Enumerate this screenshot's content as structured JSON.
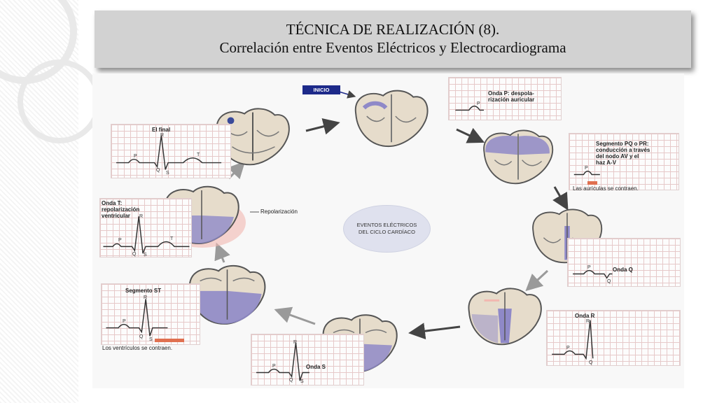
{
  "slide": {
    "title_line1": "TÉCNICA DE REALIZACIÓN (8).",
    "title_line2": "Correlación entre Eventos Eléctricos y Electrocardiograma"
  },
  "diagram": {
    "start_label": "INICIO",
    "center_label": "EVENTOS ELÉCTRICOS\nDEL CICLO CARDÍACO",
    "repolarization_label": "Repolarización",
    "ecg_panels": [
      {
        "id": "p-wave",
        "label": "Onda P: despola-\nrización auricular",
        "waves": [
          "P"
        ]
      },
      {
        "id": "pq-segment",
        "label": "Segmento PQ o PR:\nconducción a través\ndel nodo AV y el\nhaz A-V",
        "waves": [
          "P"
        ],
        "caption": "Las aurículas se contraen."
      },
      {
        "id": "q-wave",
        "label": "Onda Q",
        "waves": [
          "P",
          "Q"
        ]
      },
      {
        "id": "r-wave",
        "label": "Onda R",
        "waves": [
          "P",
          "R",
          "Q"
        ]
      },
      {
        "id": "s-wave",
        "label": "Onda S",
        "waves": [
          "P",
          "R",
          "Q",
          "S"
        ]
      },
      {
        "id": "st-segment",
        "label": "Segmento ST",
        "waves": [
          "P",
          "R",
          "Q",
          "S"
        ],
        "caption": "Los ventrículos se contraen."
      },
      {
        "id": "t-wave",
        "label": "Onda T:\nrepolarización\nventricular",
        "waves": [
          "P",
          "R",
          "Q",
          "S",
          "T"
        ]
      },
      {
        "id": "final",
        "label": "El final",
        "waves": [
          "P",
          "R",
          "Q",
          "S",
          "T"
        ]
      }
    ]
  },
  "colors": {
    "title_bg": "#d2d2d2",
    "heart_outline": "#555555",
    "heart_fill": "#e6dccb",
    "depolarized": "#8f89c8",
    "repolarization_halo": "#f2b8b0",
    "start_badge": "#1d2a8a",
    "timeline_bar": "#e07050",
    "ecg_grid": "#e6c9c9"
  }
}
